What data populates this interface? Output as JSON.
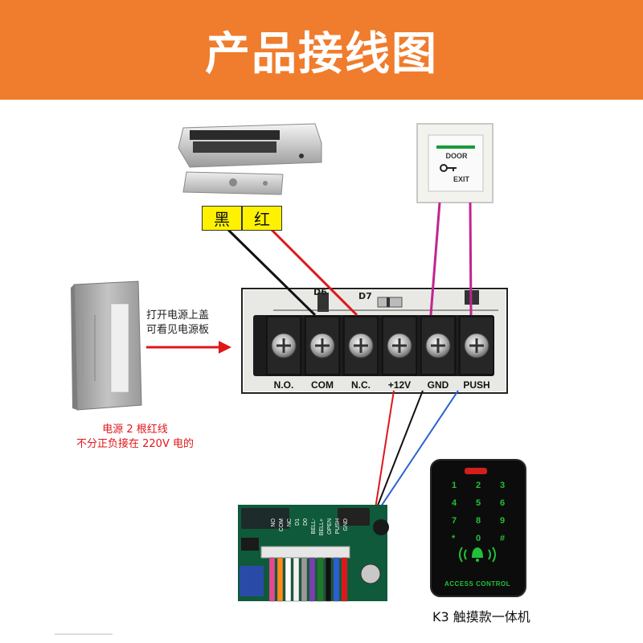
{
  "header": {
    "title": "产品接线图"
  },
  "lock_wire_labels": {
    "black": "黑",
    "red": "红"
  },
  "power_note": {
    "line1": "打开电源上盖",
    "line2": "可看见电源板"
  },
  "power_wire_note": {
    "line1": "电源 2 根红线",
    "line2": "不分正负接在 220V 电的"
  },
  "terminals": [
    "N.O.",
    "COM",
    "N.C.",
    "+12V",
    "GND",
    "PUSH"
  ],
  "pcb_markings": {
    "d6": "D6",
    "d7": "D7"
  },
  "exit_button": {
    "line1": "DOOR",
    "line2": "EXIT"
  },
  "keypad": {
    "keys": [
      "1",
      "2",
      "3",
      "4",
      "5",
      "6",
      "7",
      "8",
      "9",
      "*",
      "0",
      "#"
    ],
    "brand": "ACCESS CONTROL"
  },
  "controller_pins": [
    "NO",
    "COM",
    "NC",
    "D1",
    "D0",
    "BELL-",
    "BELL+",
    "OPEN",
    "PUSH",
    "GND"
  ],
  "keypad_caption": "K3 触摸款一体机",
  "colors": {
    "header_bg": "#f07c2d",
    "label_bg": "#fff200",
    "wire_red": "#e0161a",
    "wire_black": "#111111",
    "wire_magenta": "#c0258f",
    "wire_blue": "#2a5fd6",
    "keypad_green": "#22c03a"
  }
}
